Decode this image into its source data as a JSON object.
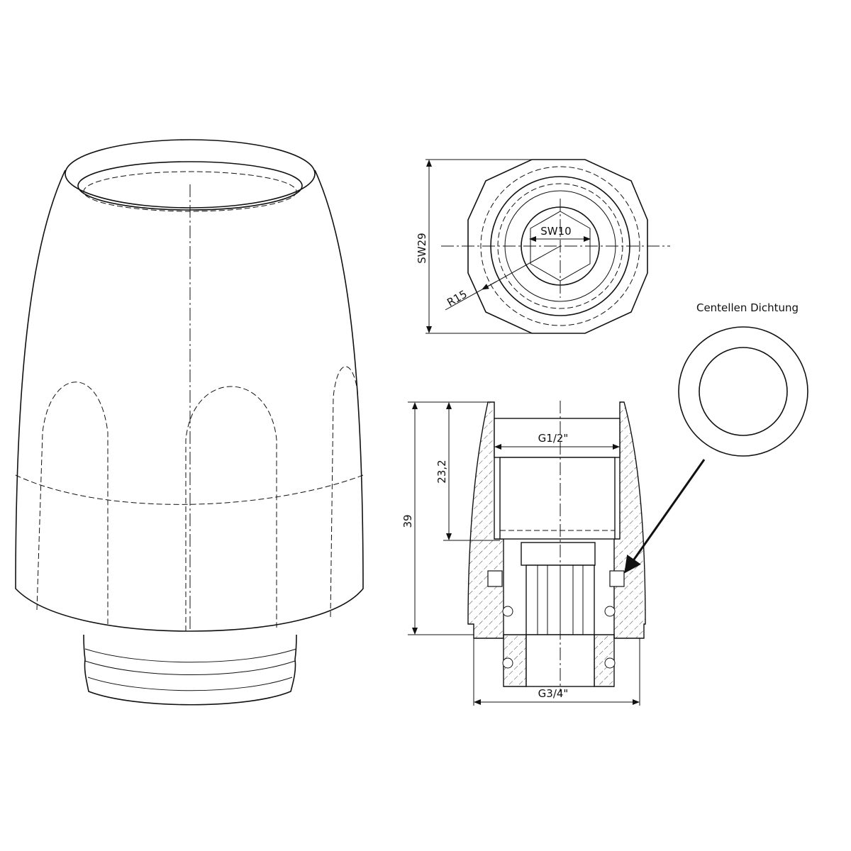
{
  "top_view": {
    "hex_size": "SW29",
    "socket_size": "SW10",
    "radius": "R15"
  },
  "section_view": {
    "inner_thread": "G1/2\"",
    "depth": "23,2",
    "height": "39",
    "outer_thread": "G3/4\""
  },
  "seal": {
    "label": "Centellen Dichtung"
  },
  "colors": {
    "line": "#111111",
    "background": "#ffffff"
  }
}
